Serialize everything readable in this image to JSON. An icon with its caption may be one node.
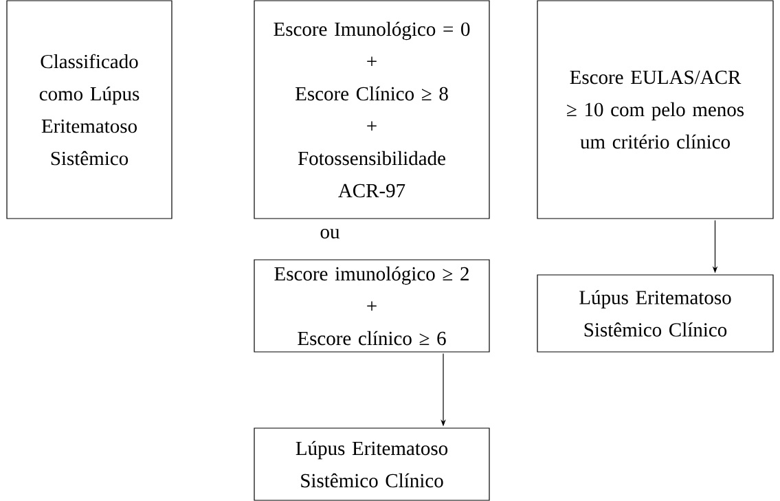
{
  "diagram": {
    "nodes": [
      {
        "text": [
          "Classificado como Lúpus Eritematoso Sistêmico"
        ]
      },
      {
        "text": [
          "Escore Imunológico = 0",
          "+",
          "Escore Clínico ≥ 8",
          "+",
          "Fotossensibilidade ACR-97"
        ]
      },
      {
        "text": [
          "Escore imunológico ≥ 2",
          "+",
          "Escore clínico ≥ 6"
        ]
      },
      {
        "text": [
          "Lúpus Eritematoso Sistêmico Clínico"
        ]
      },
      {
        "text": [
          "Escore EULAS/ACR ≥ 10 com pelo menos um critério clínico"
        ]
      },
      {
        "text": [
          "Lúpus Eritematoso Sistêmico Clínico"
        ]
      }
    ],
    "edges": [
      {
        "from": 2,
        "to": 3,
        "arrow": "to"
      },
      {
        "from": 4,
        "to": 5,
        "arrow": "to"
      }
    ],
    "labels": [
      "ou"
    ]
  }
}
